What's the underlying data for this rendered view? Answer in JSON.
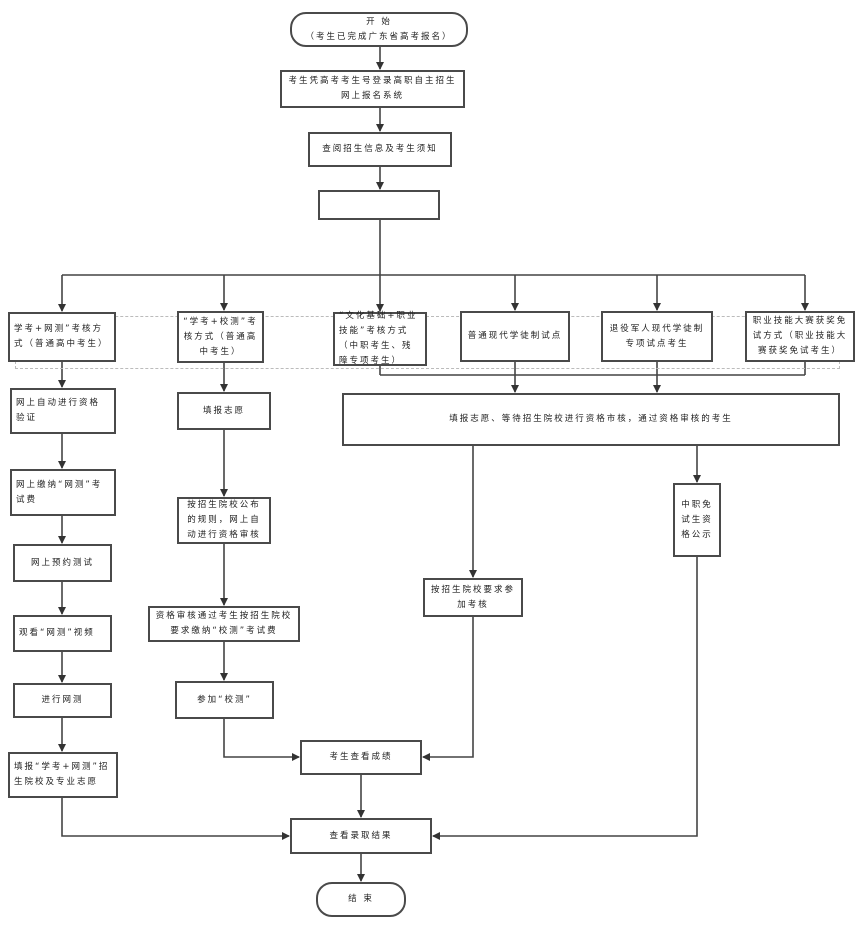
{
  "start": {
    "title": "开 始",
    "subtitle": "（考生已完成广东省高考报名）"
  },
  "steps": {
    "login": "考生凭高考考生号登录高职自主招生网上报名系统",
    "view_info": "查阅招生信息及考生须知",
    "blank_step": ""
  },
  "methods": [
    "学考+网测”考核方式（普通高中考生）",
    "“学考+校测”考核方式（普通高中考生）",
    "“文化基础+职业技能”考核方式（中职考生、残障专项考生）",
    "普通现代学徒制试点",
    "退役军人现代学徒制专项试点考生",
    "职业技能大赛获奖免试方式（职业技能大赛获奖免试考生）"
  ],
  "column_a": [
    "网上自动进行资格验证",
    "网上缴纳“网测”考试费",
    "网上预约测试",
    "观看“网测”视频",
    "进行网测",
    "填报“学考+网测”招生院校及专业志愿"
  ],
  "column_b": [
    "填报志愿",
    "按招生院校公布的规则，网上自动进行资格审核",
    "资格审核通过考生按招生院校要求缴纳“校测”考试费",
    "参加“校测”"
  ],
  "merged": {
    "review": "填报志愿、等待招生院校进行资格市核，通过资格审核的考生",
    "assessment": "按招生院校要求参加考核",
    "exempt_publicity": "中职免试生资格公示"
  },
  "results": {
    "check_scores": "考生查看成绩",
    "check_admission": "查看录取结果"
  },
  "end": {
    "title": "结 束"
  }
}
